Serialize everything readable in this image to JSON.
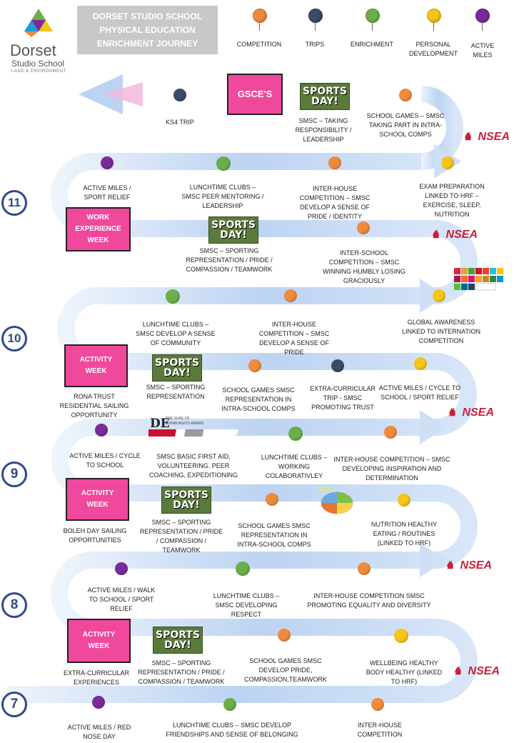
{
  "header": {
    "school_name": "Dorset",
    "school_sub": "Studio School",
    "school_tag": "LAND & ENVIRONMENT",
    "title_lines": [
      "DORSET STUDIO SCHOOL",
      "PHYSICAL EDUCATION",
      "ENRICHMENT JOURNEY"
    ]
  },
  "colors": {
    "competition": "#f08a3c",
    "trips": "#3b4a6a",
    "enrichment": "#6cae4a",
    "personal_development": "#f5c518",
    "active_miles": "#7a2a9a",
    "pink_box": "#f0489c",
    "road": "#c9dcf5",
    "year_circle": "#2c4a8c"
  },
  "legend": [
    {
      "label": "COMPETITION",
      "color_key": "competition"
    },
    {
      "label": "TRIPS",
      "color_key": "trips"
    },
    {
      "label": "ENRICHMENT",
      "color_key": "enrichment"
    },
    {
      "label": "PERSONAL DEVELOPMENT",
      "color_key": "personal_development"
    },
    {
      "label": "ACTIVE MILES",
      "color_key": "active_miles"
    }
  ],
  "years": [
    "11",
    "10",
    "9",
    "8",
    "7"
  ],
  "boxes": {
    "gcse": "GSCE'S",
    "work_experience": "WORK EXPERIENCE WEEK",
    "activity_week": "ACTIVITY WEEK"
  },
  "badges": {
    "sports_day": "SPORTS DAY!",
    "nsea": "NSEA",
    "dofe_line1": "THE DUKE OF",
    "dofe_line2": "EDINBURGH'S AWARD",
    "dofe_logo": "DE"
  },
  "labels": {
    "ks4_trip": "KS4 TRIP",
    "smsc_responsibility": "SMSC – TAKING RESPONSIBILITY / LEADERSHIP",
    "school_games_y11": "SCHOOL GAMES – SMSC TAKING PART IN INTRA-SCHOOL COMPS",
    "active_miles_y11": "ACTIVE MILES / SPORT RELIEF",
    "lunchtime_y11": "LUNCHTIME CLUBS – SMSC PEER MENTORING / LEADERSHIP",
    "interhouse_y11": "INTER-HOUSE COMPETITION – SMSC DEVELOP A SENSE OF PRIDE / IDENTITY",
    "exam_prep": "EXAM PREPARATION LINKED TO HRF – EXERCISE, SLEEP, NUTRITION",
    "smsc_sporting_y11": "SMSC – SPORTING REPRESENTATION / PRIDE / COMPASSION / TEAMWORK",
    "interschool_y11": "INTER-SCHOOL COMPETITION – SMSC WINNING HUMBLY LOSING GRACIOUSLY",
    "lunchtime_y10": "LUNCHTIME CLUBS – SMSC DEVELOP A SENSE OF COMMUNITY",
    "interhouse_y10": "INTER-HOUSE COMPETITION – SMSC DEVELOP A SENSE OF PRIDE",
    "global_awareness": "GLOBAL AWARENESS LINKED TO INTERNATION COMPETITION",
    "rona_trust": "RONA TRUST RESIDENTIAL SAILING OPPORTUNITY",
    "smsc_rep_y10": "SMSC – SPORTING REPRESENTATION",
    "school_games_y10": "SCHOOL GAMES SMSC REPRESENTATION IN INTRA-SCHOOL COMPS",
    "extra_trip": "EXTRA-CURRICULAR TRIP - SMSC PROMOTING TRUST",
    "active_miles_y10": "ACTIVE MILES / CYCLE TO SCHOOL / SPORT RELIEF",
    "active_miles_y9": "ACTIVE MILES / CYCLE TO SCHOOL",
    "first_aid": "SMSC BASIC FIRST AID, VOLUNTEERING. PEER COACHING, EXPEDITIONING",
    "lunchtime_y9": "LUNCHTIME CLUBS – WORKING COLABORATIVLEY",
    "interhouse_y9": "INTER-HOUSE COMPETITION – SMSC DEVELOPING INSPIRATION AND DETERMINATION",
    "boleh": "BOLEH DAY SAILING OPPORTUNITIES",
    "smsc_sporting_y9": "SMSC – SPORTING REPRESENTATION / PRIDE / COMPASSION / TEAMWORK",
    "school_games_y9": "SCHOOL GAMES SMSC REPRESENTATION IN INTRA-SCHOOL COMPS",
    "nutrition": "NUTRITION HEALTHY EATING / ROUTINES (LINKED TO HRF)",
    "active_miles_y8": "ACTIVE MILES / WALK TO SCHOOL / SPORT RELIEF",
    "lunchtime_y8": "LUNCHTIME CLUBS – SMSC DEVELOPING RESPECT",
    "interhouse_y8": "INTER-HOUSE COMPETITION SMSC PROMOTING EQUALITY AND DIVERSITY",
    "extra_experiences": "EXTRA-CURRICULAR EXPERIENCES",
    "smsc_sporting_y8": "SMSC – SPORTING REPRESENTATION / PRIDE / COMPASSION / TEAMWORK",
    "school_games_y8": "SCHOOL GAMES SMSC DEVELOP PRIDE, COMPASSION,TEAMWORK",
    "wellbeing": "WELLBEING HEALTHY BODY HEALTHY (LINKED TO HRF)",
    "active_miles_y7": "ACTIVE MILES / RED NOSE DAY",
    "lunchtime_y7": "LUNCHTIME CLUBS – SMSC DEVELOP FRIENDSHIPS AND SENSE OF BELONGING",
    "interhouse_y7": "INTER-HOUSE COMPETITION"
  }
}
